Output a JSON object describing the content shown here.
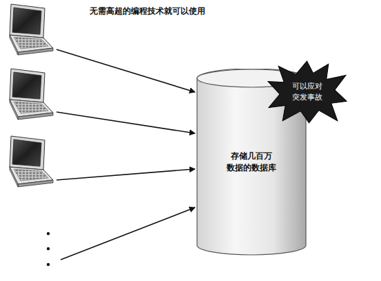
{
  "diagram": {
    "nodes": [
      {
        "text": [
          "存储几百万 数据的数据库"
        ]
      },
      {
        "text": [
          "可以应对 突发事故"
        ]
      }
    ],
    "labels": [
      "无需高超的编程技术就可以使用"
    ]
  }
}
